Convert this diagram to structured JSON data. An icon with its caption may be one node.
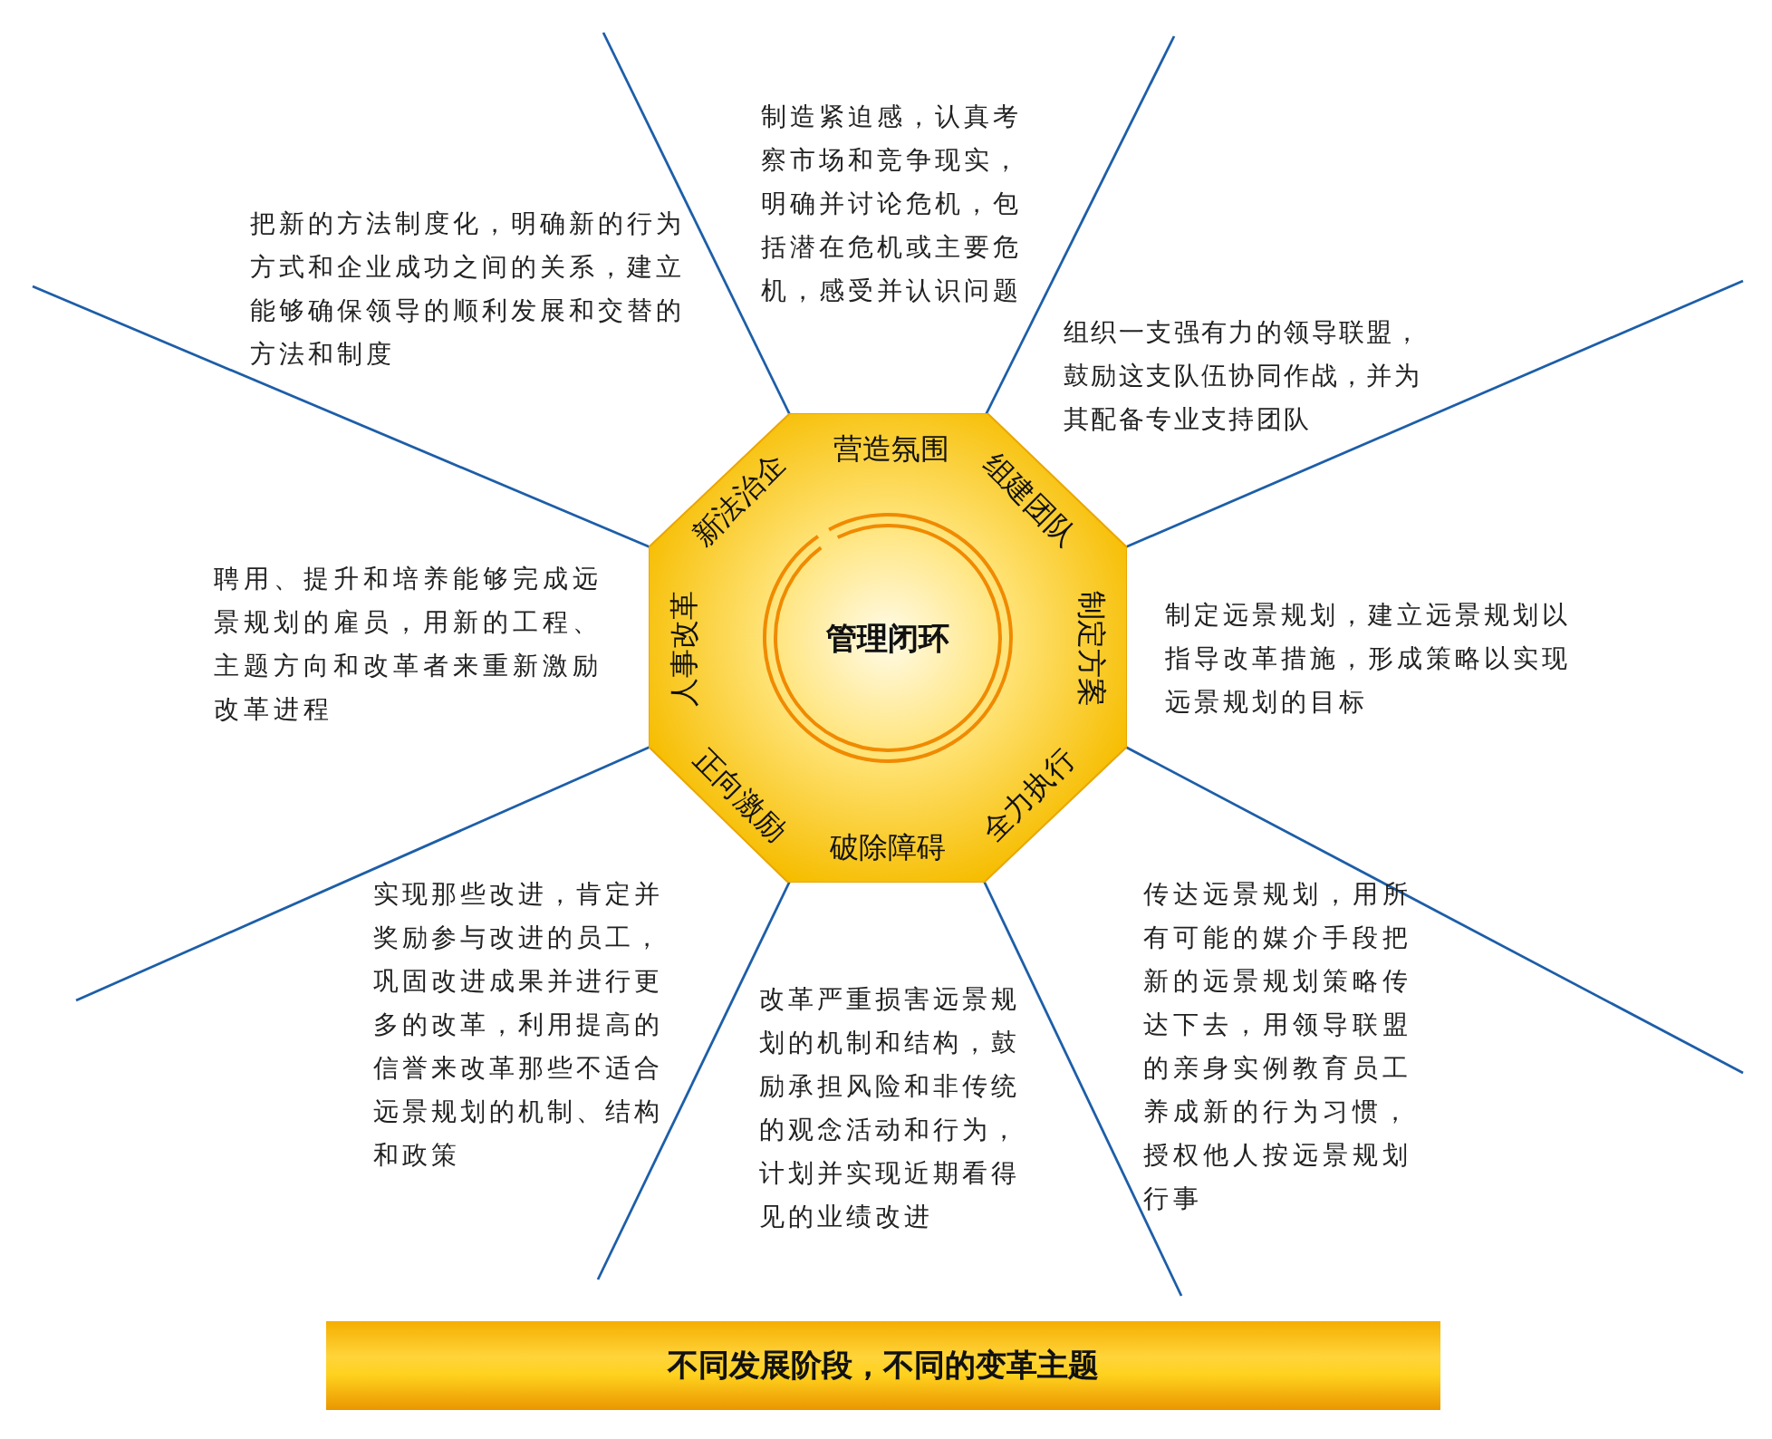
{
  "diagram": {
    "nodes": [
      {
        "text": [
          "营造氛围",
          "组建团队",
          "制定方案",
          "全力执行",
          "破除障碍",
          "正向激励",
          "人事改革",
          "新法治企"
        ]
      },
      {
        "text": [
          "管理闭环"
        ],
        "in": 0
      },
      {
        "text": [
          "不同发展阶段，不同的变革主题"
        ]
      }
    ],
    "labels": [
      "制造紧迫感，认真考察市场和竞争现实，明确并讨论危机，包括潜在危机或主要危机，感受并认识问题",
      "组织一支强有力的领导联盟，鼓励这支队伍协同作战，并为其配备专业支持团队",
      "制定远景规划，建立远景规划以指导改革措施，形成策略以实现远景规划的目标",
      "传达远景规划，用所有可能的媒介手段把新的远景规划策略传达下去，用领导联盟的亲身实例教育员工养成新的行为习惯，授权他人按远景规划行事",
      "改革严重损害远景规划的机制和结构，鼓励承担风险和非传统的观念活动和行为，计划并实现近期看得见的业绩改进",
      "实现那些改进，肯定并奖励参与改进的员工，巩固改进成果并进行更多的改革，利用提高的信誉来改革那些不适合远景规划的机制、结构和政策",
      "聘用、提升和培养能够完成远景规划的雇员，用新的工程、主题方向和改革者来重新激励改革进程",
      "把新的方法制度化，明确新的行为方式和企业成功之间的关系，建立能够确保领导的顺利发展和交替的方法和制度"
    ]
  }
}
